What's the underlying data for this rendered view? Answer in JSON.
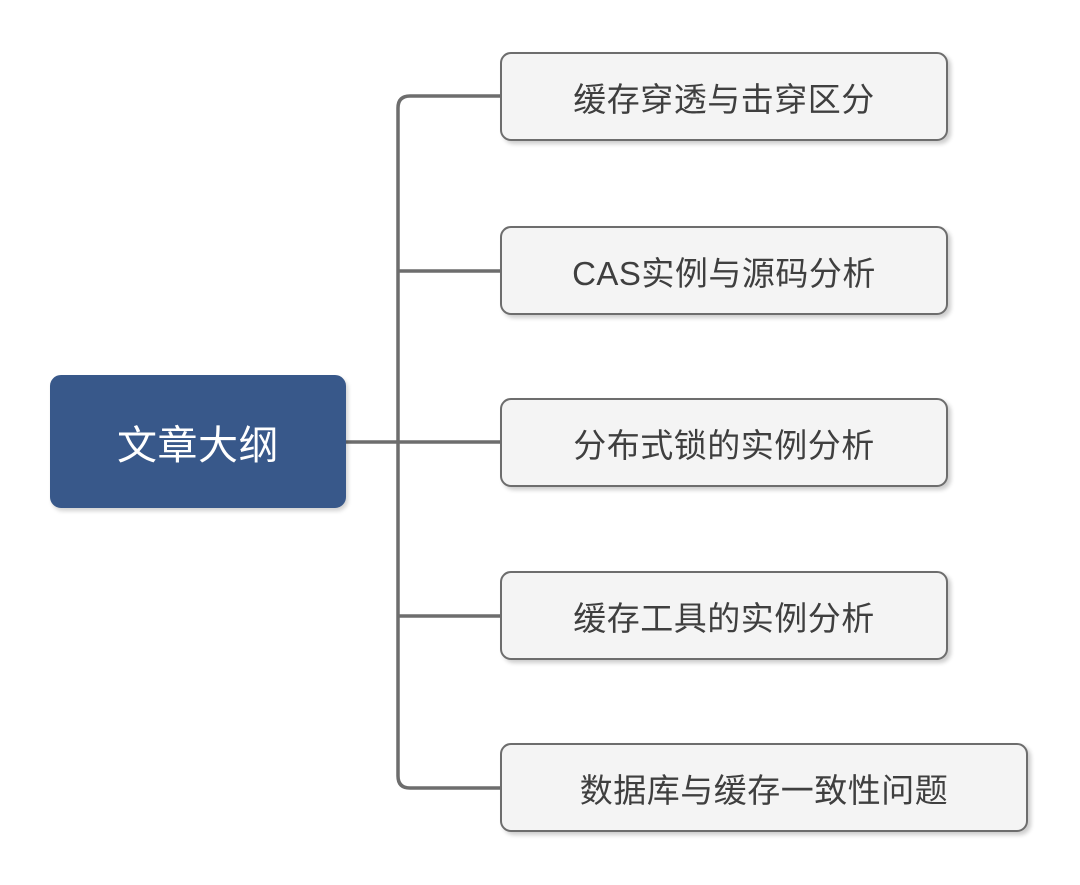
{
  "diagram": {
    "type": "mindmap",
    "title": "文章大纲",
    "orientation": "left-to-right",
    "colors": {
      "root_fill": "#38588a",
      "root_text": "#ffffff",
      "branch_fill": "#f4f4f4",
      "branch_border": "#6d6d6d",
      "branch_text": "#3f3f3f",
      "connector": "#6d6d6d",
      "background": "#ffffff"
    },
    "root": {
      "label": "文章大纲"
    },
    "branches": [
      {
        "label": "缓存穿透与击穿区分"
      },
      {
        "label": "CAS实例与源码分析"
      },
      {
        "label": "分布式锁的实例分析"
      },
      {
        "label": "缓存工具的实例分析"
      },
      {
        "label": "数据库与缓存一致性问题"
      }
    ]
  }
}
